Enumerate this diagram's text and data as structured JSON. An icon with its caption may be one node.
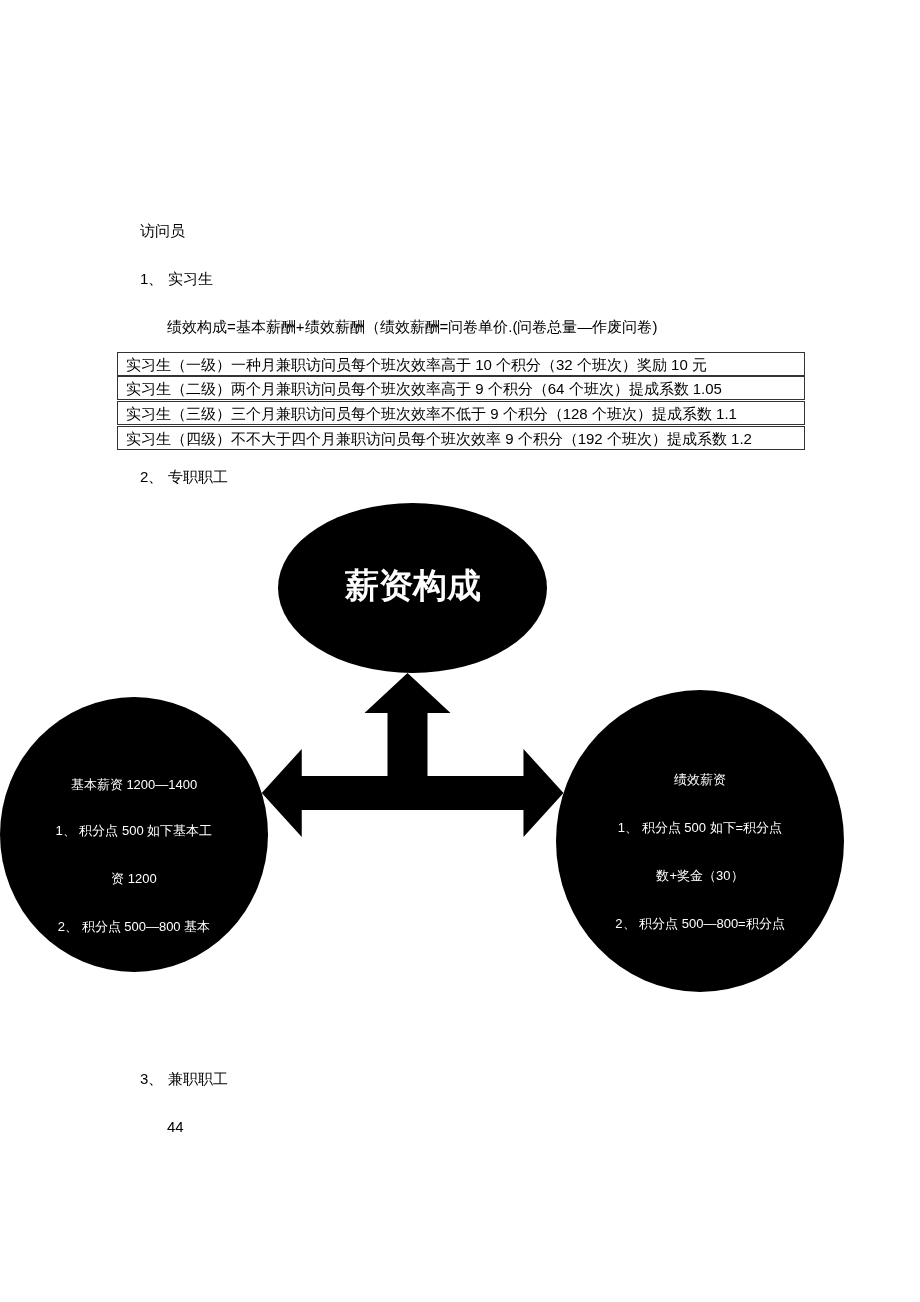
{
  "diagram": {
    "nodes": [
      {
        "text": [
          "薪资构成"
        ]
      },
      {
        "text": [
          "基本薪资 1200—1400",
          "1、 积分点 500 如下基本工资 1200",
          "2、 积分点 500—800 基本"
        ]
      },
      {
        "text": [
          "绩效薪资",
          "1、 积分点 500 如下=积分点数+奖金（30）",
          "2、 积分点 500—800=积分点"
        ]
      }
    ],
    "edges": [
      {
        "from": 1,
        "to": 2,
        "arrow": "both"
      },
      {
        "from": null,
        "to": 0,
        "arrow": "to"
      }
    ],
    "labels": [
      "访问员",
      "1、 实习生",
      "绩效构成=基本薪酬+绩效薪酬（绩效薪酬=问卷单价.(问卷总量—作废问卷)",
      "实习生（一级）一种月兼职访问员每个班次效率高于 10 个积分（32 个班次）奖励 10 元",
      "实习生（二级）两个月兼职访问员每个班次效率高于 9 个积分（64 个班次）提成系数 1.05",
      "实习生（三级）三个月兼职访问员每个班次效率不低于 9 个积分（128 个班次）提成系数 1.1",
      "实习生（四级）不不大于四个月兼职访问员每个班次效率 9 个积分（192 个班次）提成系数 1.2",
      "2、 专职职工",
      "3、 兼职职工",
      "44"
    ]
  }
}
